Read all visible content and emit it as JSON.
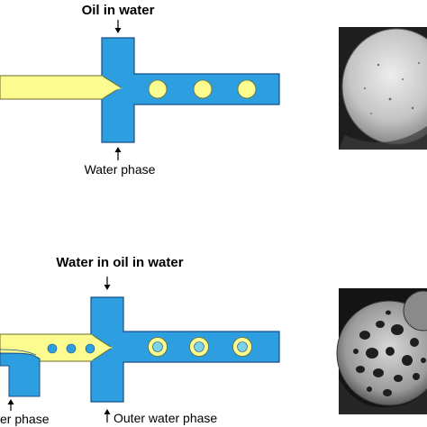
{
  "panel_top": {
    "title": "Oil in water",
    "bottom_label": "Water phase"
  },
  "panel_bottom": {
    "title": "Water in oil in water",
    "bottom_left_label": "er phase",
    "bottom_right_label": "Outer water phase"
  },
  "colors": {
    "water_channel": "#2d9ee0",
    "water_channel_stroke": "#1a4e8a",
    "oil_phase": "#fbfb8f",
    "inner_droplet": "#7fd3e9",
    "sem_dark": "#1c1c1c",
    "sem_light": "#c9c9c9"
  },
  "icons": [
    "arrow-down-icon",
    "arrow-up-icon"
  ]
}
